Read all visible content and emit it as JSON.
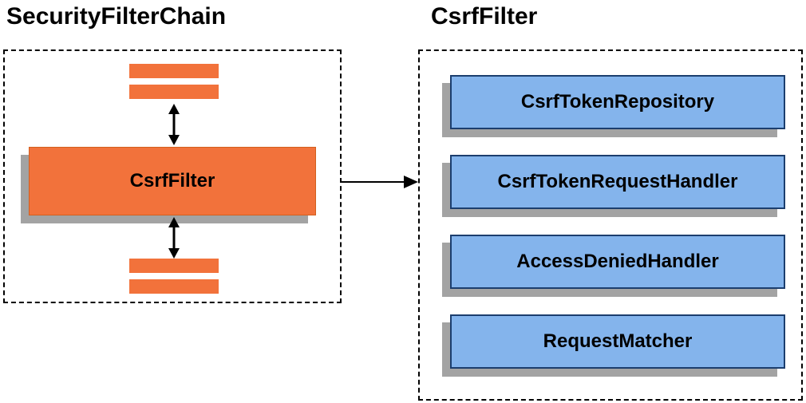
{
  "left_panel": {
    "title": "SecurityFilterChain",
    "filter_label": "CsrfFilter"
  },
  "right_panel": {
    "title": "CsrfFilter",
    "components": [
      "CsrfTokenRepository",
      "CsrfTokenRequestHandler",
      "AccessDeniedHandler",
      "RequestMatcher"
    ]
  },
  "colors": {
    "orange": "#F2723B",
    "blue": "#84B4EC",
    "shadow": "#A3A3A3",
    "border_dark": "#1C3E6E",
    "line": "#000000"
  }
}
